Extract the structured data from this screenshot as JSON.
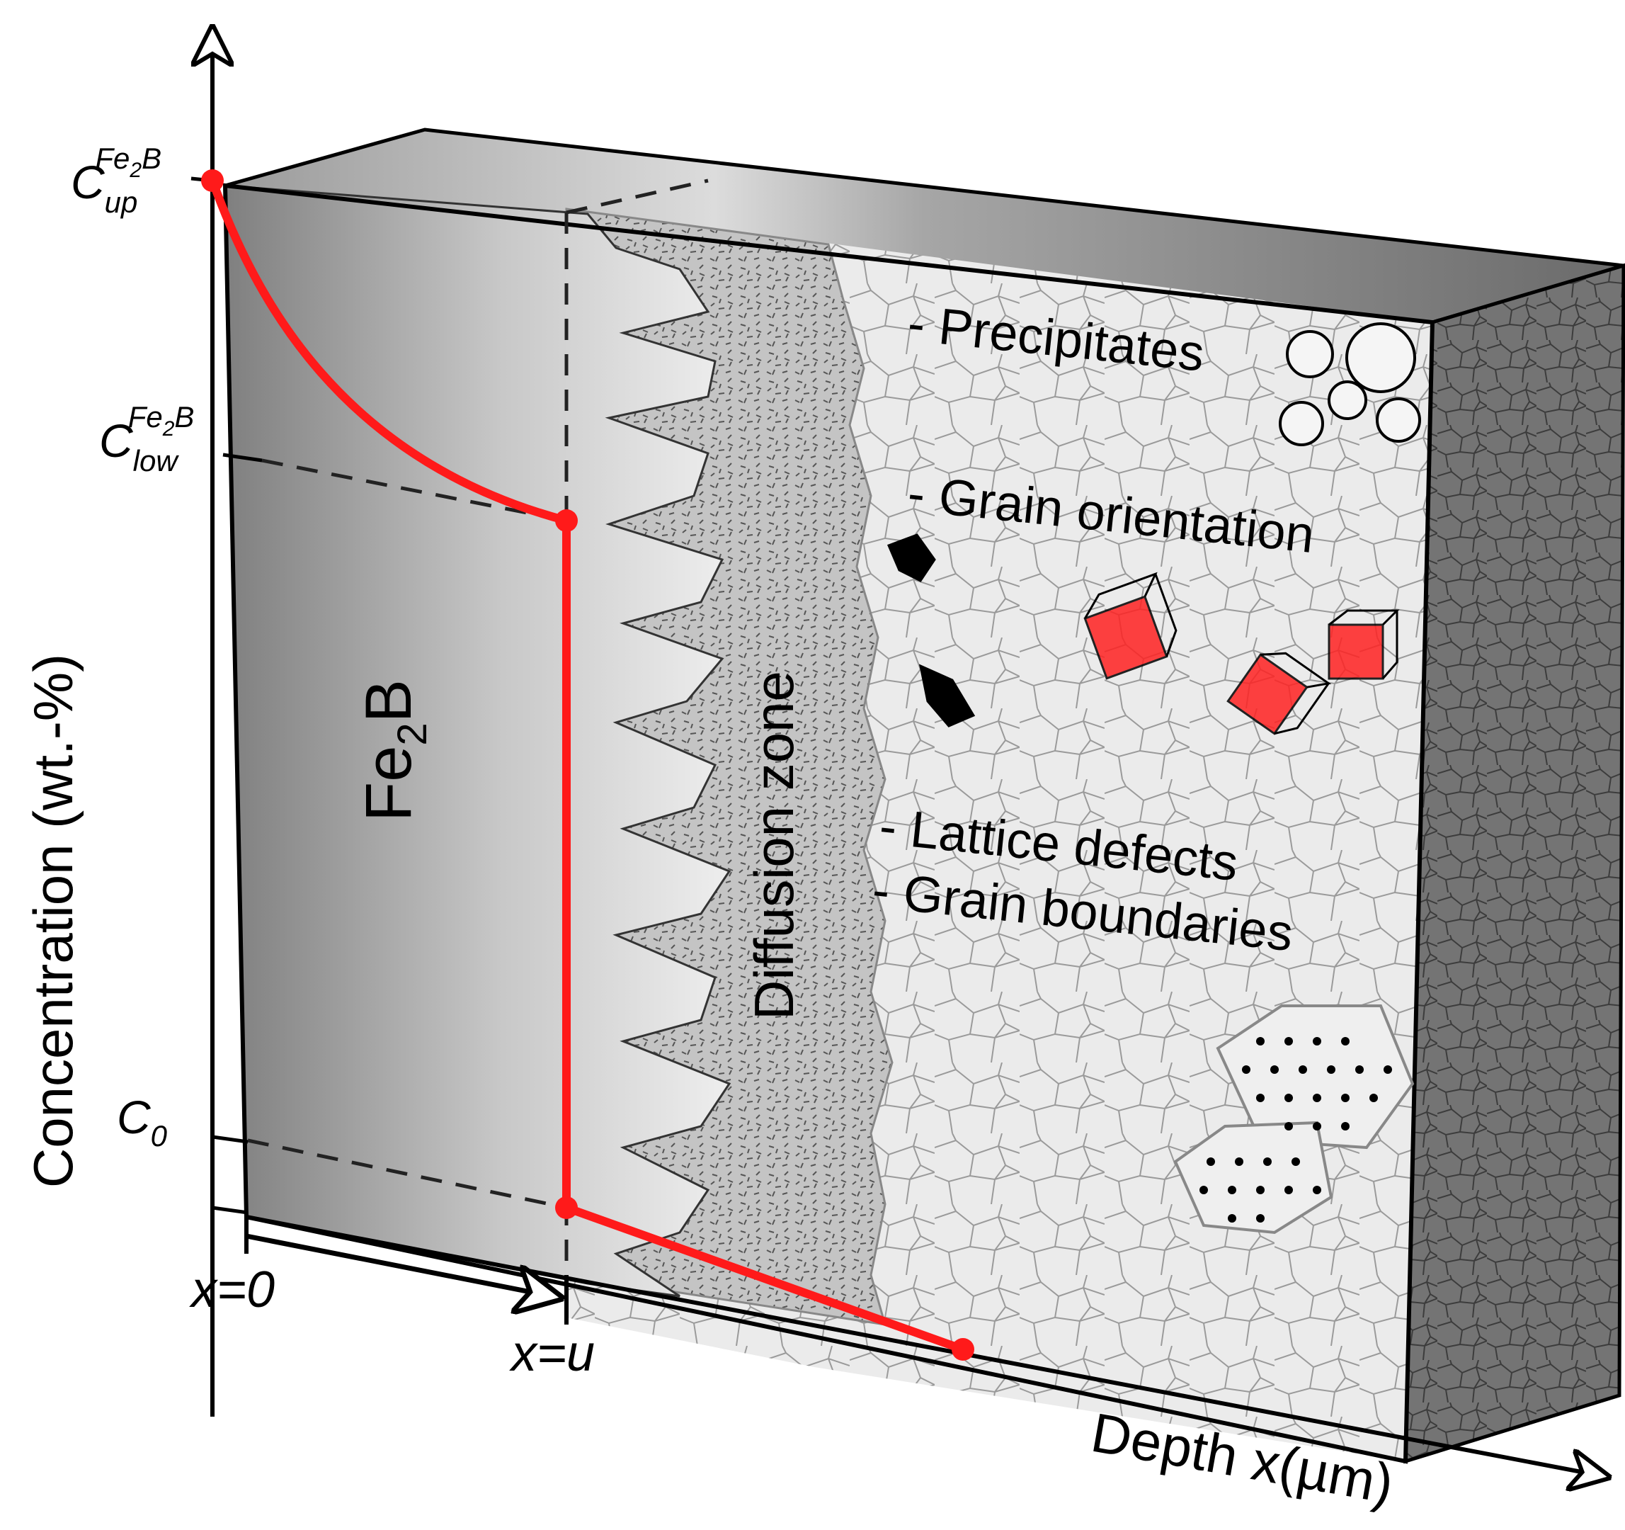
{
  "axes": {
    "y_label": "Concentration (wt.-%)",
    "x_label": "Depth x(µm)"
  },
  "concentration_labels": {
    "c_up": {
      "base": "C",
      "sub": "up",
      "sup": "Fe",
      "sup_sub": "2",
      "sup_tail": "B"
    },
    "c_low": {
      "base": "C",
      "sub": "low",
      "sup": "Fe",
      "sup_sub": "2",
      "sup_tail": "B"
    },
    "c_0": {
      "base": "C",
      "sub": "0"
    }
  },
  "position_labels": {
    "x0": "x=0",
    "xu": "x=u"
  },
  "regions": {
    "boride": {
      "base": "Fe",
      "sub": "2",
      "tail": "B"
    },
    "diffusion": "Diffusion zone"
  },
  "features": [
    {
      "id": "precipitates",
      "text": "- Precipitates"
    },
    {
      "id": "grain-orientation",
      "text": "- Grain orientation"
    },
    {
      "id": "lattice-defects",
      "text": "- Lattice defects"
    },
    {
      "id": "grain-boundaries",
      "text": "- Grain boundaries"
    }
  ],
  "colors": {
    "profile": "#ff1a1a",
    "grain_fill": "#ebebeb",
    "diffusion_fill": "#c9c9c9",
    "side_face": "#707070"
  }
}
